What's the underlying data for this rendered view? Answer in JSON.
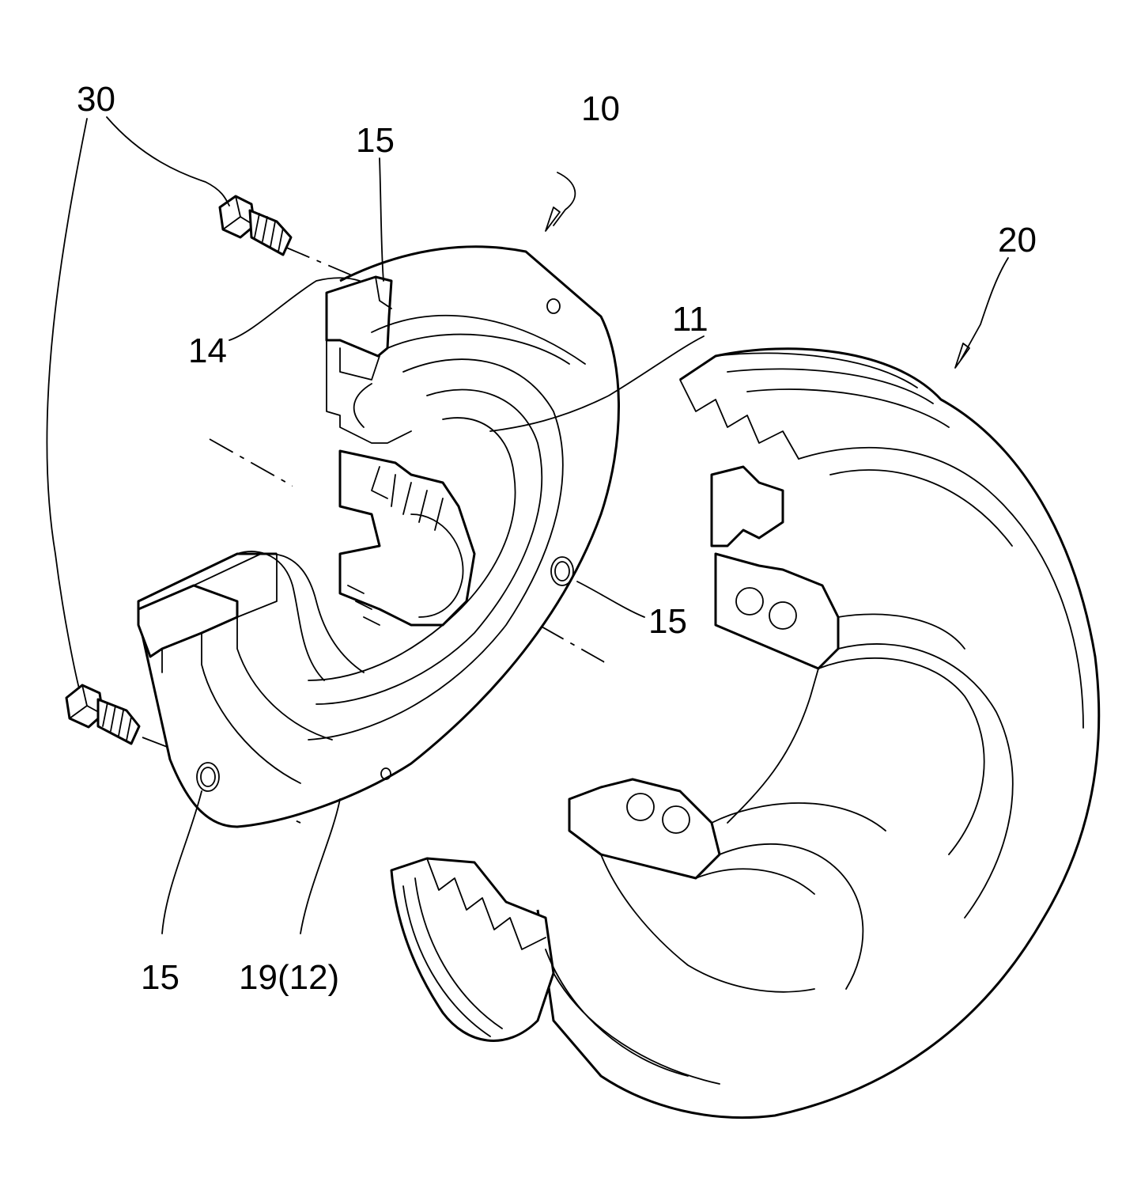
{
  "labels": {
    "l30": "30",
    "l10": "10",
    "l15_top": "15",
    "l20": "20",
    "l14": "14",
    "l11": "11",
    "l15_mid": "15",
    "l15_bottom": "15",
    "l19_12": "19(12)"
  }
}
